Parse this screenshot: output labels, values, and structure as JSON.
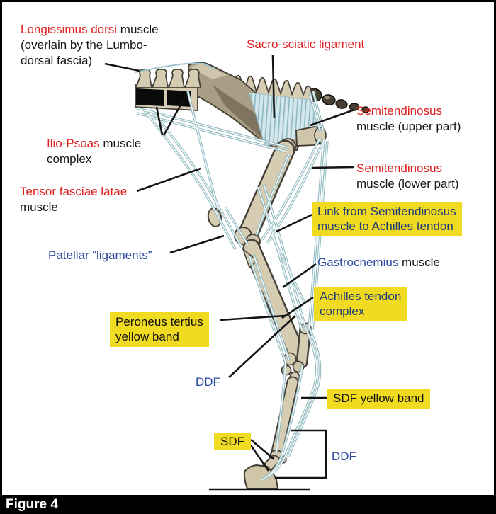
{
  "colors": {
    "label_red": "#e0201f",
    "label_blue": "#2b4a9e",
    "box_text_navy": "#1e3a78",
    "highlight_yellow": "#f0db21",
    "text_black": "#141414",
    "caption_white": "#ffffff",
    "bone": "#d5ccb2",
    "tendon_wire": "#8fb7bd"
  },
  "figure": {
    "caption": "Figure 4"
  },
  "labels": {
    "longissimus": {
      "red": "Longissimus dorsi",
      "black": " muscle",
      "line2": "(overlain by the Lumbo-",
      "line3": "dorsal fascia)"
    },
    "sacro": {
      "red": "Sacro-sciatic ligament"
    },
    "semitendinosus_upper": {
      "red": "Semitendinosus",
      "black": "muscle (upper part)"
    },
    "ilio": {
      "red": "Ilio-Psoas",
      "black": " muscle",
      "line2": "complex"
    },
    "tensor": {
      "red": "Tensor fasciae latae",
      "line2": "muscle"
    },
    "patellar": {
      "blue": "Patellar “ligaments”"
    },
    "semitendinosus_lower": {
      "red": "Semitendinosus",
      "black": "muscle (lower part)"
    },
    "link_box": {
      "line1": "Link from Semitendinosus",
      "line2": "muscle to Achilles tendon"
    },
    "gastrocnemius": {
      "blue": "Gastrocnemius",
      "black": " muscle"
    },
    "achilles_box": {
      "line1": "Achilles tendon",
      "line2": "complex"
    },
    "peroneus_box": {
      "line1": "Peroneus tertius",
      "line2": "yellow band"
    },
    "ddf_upper": {
      "blue": "DDF"
    },
    "sdf_band_box": {
      "line1": "SDF yellow band"
    },
    "sdf_box": {
      "line1": "SDF"
    },
    "ddf_lower": {
      "blue": "DDF"
    }
  }
}
